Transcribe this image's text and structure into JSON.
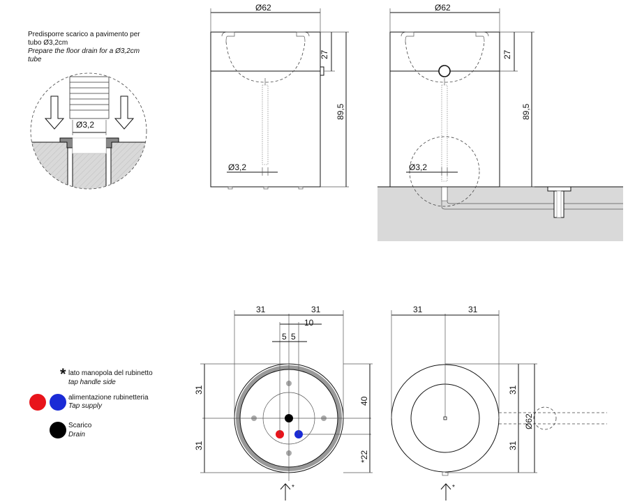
{
  "notes": {
    "floor_drain_it_line1": "Predisporre scarico a pavimento per",
    "floor_drain_it_line2": "tubo Ø3,2cm",
    "floor_drain_en_line1": "Prepare the floor drain for a Ø3,2cm",
    "floor_drain_en_line2": "tube"
  },
  "detail": {
    "diameter_label": "Ø3,2"
  },
  "front_view": {
    "width_label": "Ø62",
    "height_label": "89,5",
    "top_label": "27",
    "drain_label": "Ø3,2"
  },
  "side_view": {
    "width_label": "Ø62",
    "height_label": "89,5",
    "top_label": "27",
    "drain_label": "Ø3,2"
  },
  "plan_left": {
    "dim_left": "31",
    "dim_right": "31",
    "dim_10": "10",
    "dim_5a": "5",
    "dim_5b": "5",
    "dim_v_top": "31",
    "dim_v_bottom": "31",
    "dim_40": "40",
    "dim_22": "*22",
    "asterisk": "*"
  },
  "plan_right": {
    "dim_left": "31",
    "dim_right": "31",
    "dim_v_top": "31",
    "dim_v_bottom": "31",
    "dim_diameter": "Ø62",
    "asterisk": "*"
  },
  "legend": {
    "asterisk": "*",
    "tap_handle_it": "lato manopola del rubinetto",
    "tap_handle_en": "tap handle side",
    "tap_supply_it": "alimentazione rubinetteria",
    "tap_supply_en": "Tap supply",
    "drain_it": "Scarico",
    "drain_en": "Drain",
    "colors": {
      "hot": "#e8141b",
      "cold": "#1a2bd6",
      "drain": "#000000"
    }
  }
}
